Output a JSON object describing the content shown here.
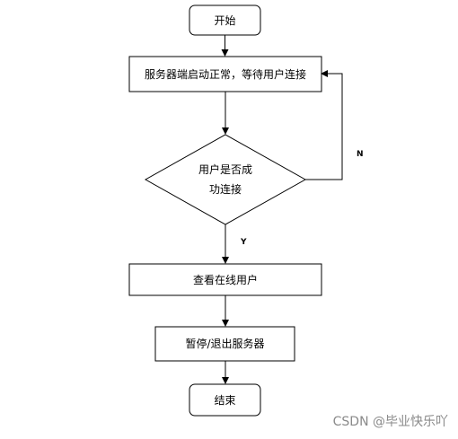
{
  "flowchart": {
    "nodes": {
      "start": "开始",
      "server_start": "服务器端启动正常，等待用户连接",
      "decision_line1": "用户是否成",
      "decision_line2": "功连接",
      "view_users": "查看在线用户",
      "pause_exit": "暂停/退出服务器",
      "end": "结束"
    },
    "edge_labels": {
      "yes": "Y",
      "no": "N"
    }
  },
  "watermark": "CSDN @毕业快乐吖"
}
